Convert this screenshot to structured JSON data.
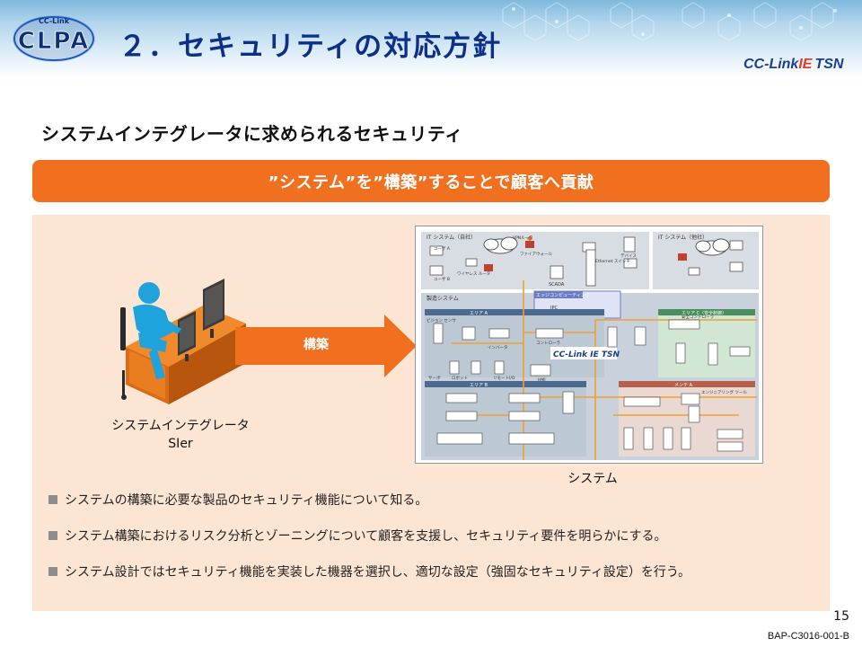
{
  "header": {
    "title": "２．セキュリティの対応方針",
    "logo_left": "CLPA",
    "logo_left_small": "CC-Link",
    "logo_right_prefix": "CC-Link",
    "logo_right_ie": "IE",
    "logo_right_tsn": "TSN"
  },
  "subtitle": "システムインテグレータに求められるセキュリティ",
  "banner": "”システム”を”構築”することで顧客へ貢献",
  "left_figure": {
    "line1": "システムインテグレータ",
    "line2": "SIer"
  },
  "arrow_label": "構築",
  "system_figure": {
    "caption": "システム",
    "it_own": "IT システム（自社）",
    "it_other": "IT システム（他社）",
    "manufacturing": "製造システム",
    "edge_computing": "エッジコンピューティング",
    "cclink_logo": "CC-Link IE TSN",
    "area_a": "エリア A",
    "area_b": "エリア B",
    "area_c": "エリア C（安全制御）",
    "maintenance": "メンテ A",
    "user_a": "ユーザ A",
    "user_b": "ユーザ B",
    "vpn_router": "VPNルータ",
    "firewall": "ファイアウォール",
    "scada": "SCADA",
    "ipc": "IPC",
    "hmi": "HMI",
    "controller": "コントローラ",
    "ethernet_switch": "Ethernet スイッチ",
    "robot": "ロボット",
    "servo": "サーボ",
    "remote_io": "リモートI/O",
    "inverter": "インバータ",
    "vision_sensor": "ビジョン センサ",
    "safety_controller": "安全コントローラ",
    "engineering_tool": "エンジニアリング ツール",
    "device": "デバイス",
    "wireless_router": "ワイヤレス ルータ"
  },
  "bullets": [
    "システムの構築に必要な製品のセキュリティ機能について知る。",
    "システム構築におけるリスク分析とゾーニングについて顧客を支援し、セキュリティ要件を明らかにする。",
    "システム設計ではセキュリティ機能を実装した機器を選択し、適切な設定（強固なセキュリティ設定）を行う。"
  ],
  "page_number": "15",
  "doc_id": "BAP-C3016-001-B",
  "colors": {
    "banner": "#f07020",
    "panel": "#fde5d3",
    "title": "#0e2f88",
    "person": "#1ea3dc",
    "desk": "#e67e22"
  }
}
